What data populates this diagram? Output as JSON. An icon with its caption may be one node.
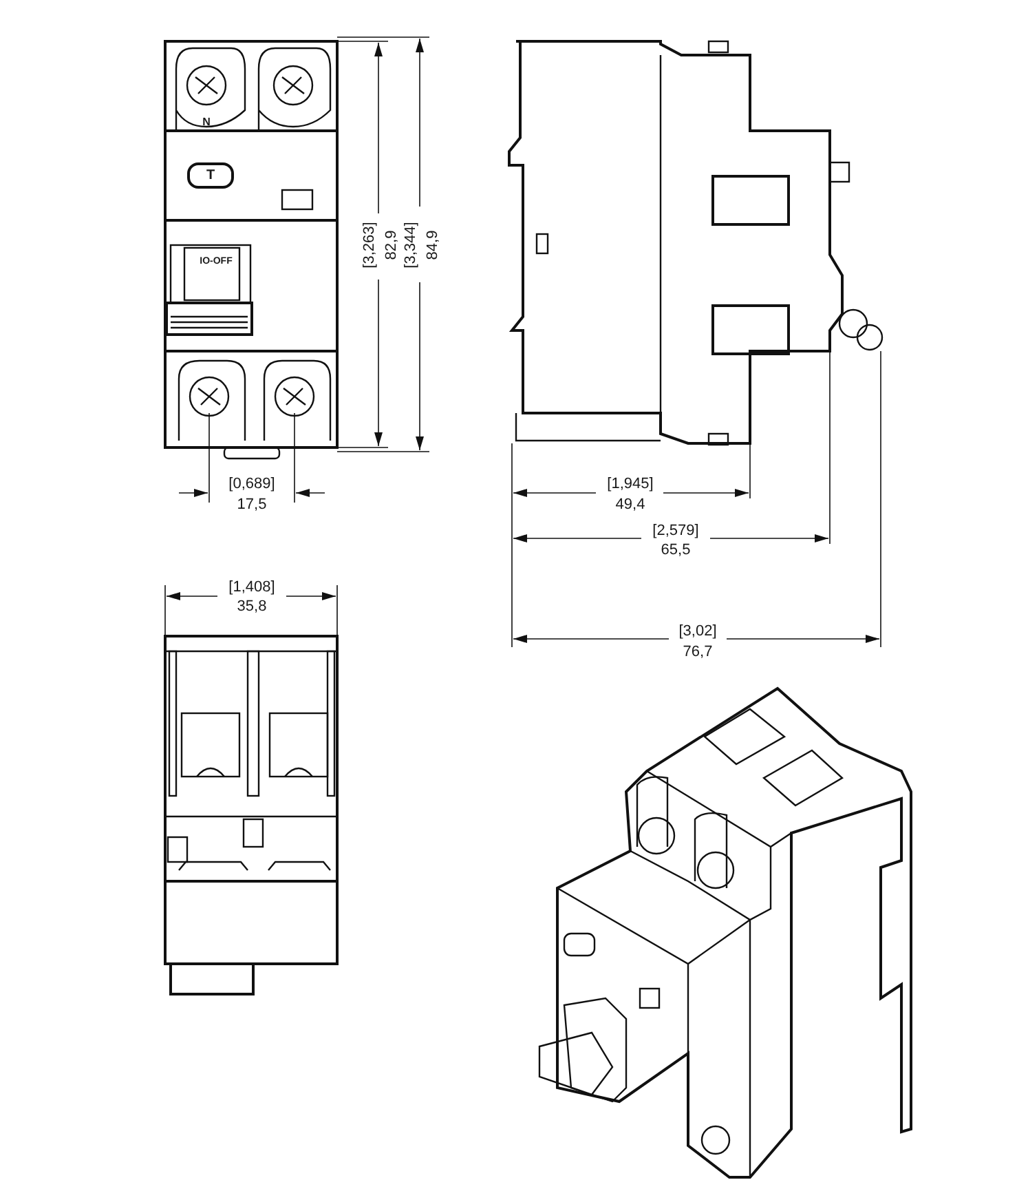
{
  "diagram": {
    "labels": [
      "N",
      "T",
      "IO-OFF",
      "[3,263]",
      "82,9",
      "[3,344]",
      "84,9",
      "[0,689]",
      "17,5",
      "[1,945]",
      "49,4",
      "[2,579]",
      "65,5",
      "[3,02]",
      "76,7",
      "[1,408]",
      "35,8"
    ]
  }
}
